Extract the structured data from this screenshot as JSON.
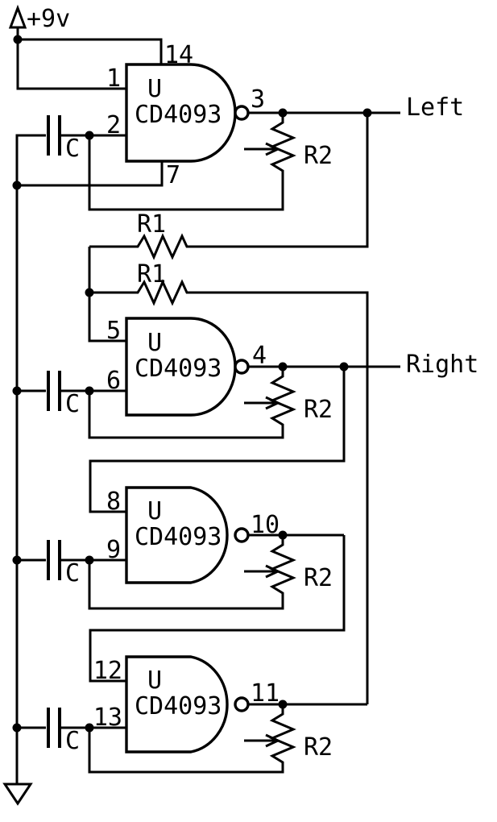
{
  "colors": {
    "ink": "#000000",
    "paper": "#ffffff"
  },
  "power": {
    "label": "+9v"
  },
  "outputs": {
    "left": "Left",
    "right": "Right"
  },
  "gates": [
    {
      "ref": "U",
      "part": "CD4093",
      "pins": {
        "vdd": "14",
        "in_a": "1",
        "in_b": "2",
        "out": "3",
        "gnd": "7"
      }
    },
    {
      "ref": "U",
      "part": "CD4093",
      "pins": {
        "in_a": "5",
        "in_b": "6",
        "out": "4"
      }
    },
    {
      "ref": "U",
      "part": "CD4093",
      "pins": {
        "in_a": "8",
        "in_b": "9",
        "out": "10"
      }
    },
    {
      "ref": "U",
      "part": "CD4093",
      "pins": {
        "in_a": "12",
        "in_b": "13",
        "out": "11"
      }
    }
  ],
  "resistors": {
    "coupling": [
      {
        "label": "R1"
      },
      {
        "label": "R1"
      }
    ],
    "feedback": [
      {
        "label": "R2"
      },
      {
        "label": "R2"
      },
      {
        "label": "R2"
      },
      {
        "label": "R2"
      }
    ]
  },
  "capacitors": [
    {
      "label": "C"
    },
    {
      "label": "C"
    },
    {
      "label": "C"
    },
    {
      "label": "C"
    }
  ]
}
